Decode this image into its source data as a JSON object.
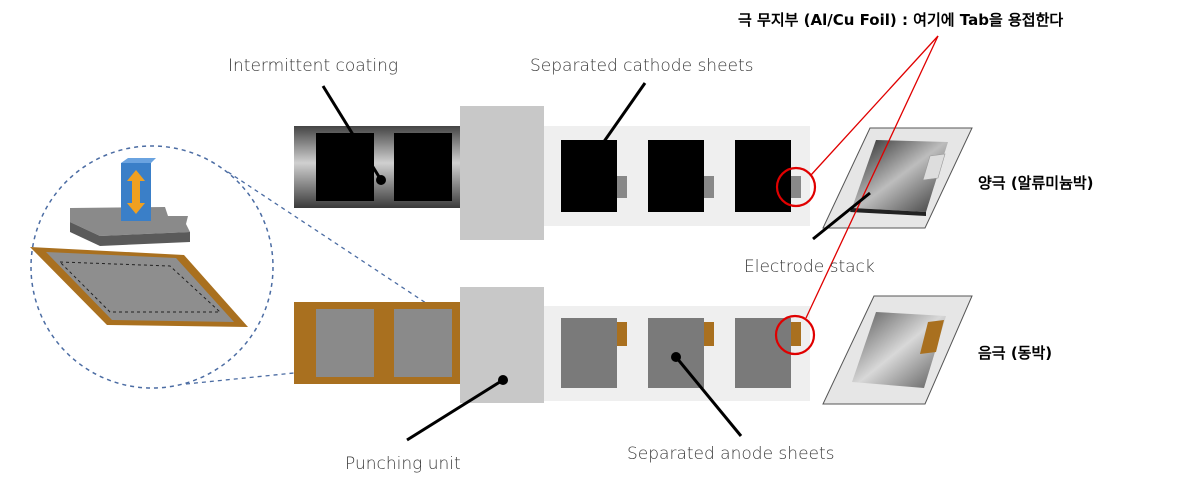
{
  "labels": {
    "intermittent_coating": "Intermittent coating",
    "separated_cathode_sheets": "Separated cathode sheets",
    "electrode_stack": "Electrode stack",
    "punching_unit": "Punching unit",
    "separated_anode_sheets": "Separated anode sheets",
    "tab_note": "극 무지부 (Al/Cu Foil) : 여기에 Tab을 용접한다",
    "cathode": "양극 (알류미늄박)",
    "anode": "음극 (동박)"
  },
  "colors": {
    "cathode_coating": "#000000",
    "anode_coating": "#7a7a7a",
    "copper_foil": "#a9701f",
    "punch_unit": "#c8c8c8",
    "sheet_tray": "#efefef",
    "highlight": "#e00000",
    "zoom_outline": "#4b6ca3",
    "arrow_block": "#3a7fc8",
    "arrow": "#f0a020"
  }
}
